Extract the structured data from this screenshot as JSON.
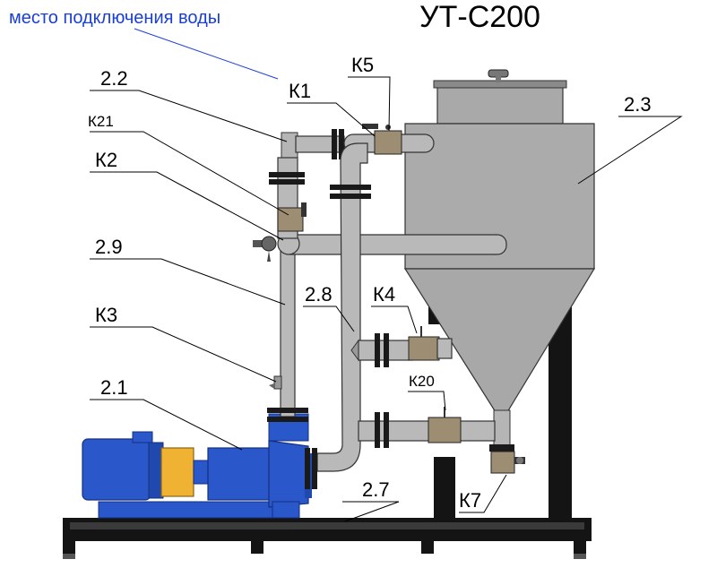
{
  "title": "УТ-С200",
  "water_note": "место подключения воды",
  "callouts": {
    "c22": "2.2",
    "k21": "К21",
    "k2": "К2",
    "c29": "2.9",
    "k3": "К3",
    "c21": "2.1",
    "k1": "К1",
    "k5": "К5",
    "c23": "2.3",
    "c28": "2.8",
    "k4": "К4",
    "k20": "К20",
    "c27": "2.7",
    "k7": "К7"
  },
  "colors": {
    "water_note": "#1a3fd6",
    "motor": "#2a57c9",
    "coupling": "#f0b232",
    "steel": "#b9b9b9",
    "frame": "#141414"
  }
}
